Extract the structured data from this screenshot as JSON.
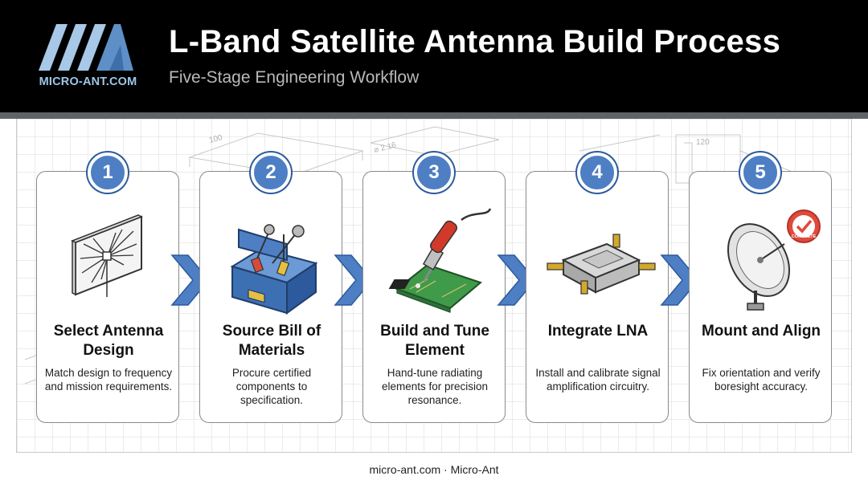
{
  "logo": {
    "text": "MICRO-ANT.COM",
    "icon": "micro-ant-logo-icon"
  },
  "title": "L-Band Satellite Antenna Build Process",
  "subtitle": "Five-Stage Engineering Workflow",
  "sketch_labels": {
    "dim_a": "100",
    "dim_b": "120",
    "dim_c": "⌀ 2.16"
  },
  "steps": [
    {
      "number": "1",
      "title": "Select Antenna Design",
      "description": "Match design to frequency and mission requirements.",
      "icon": "antenna-panel-icon"
    },
    {
      "number": "2",
      "title": "Source Bill of Materials",
      "description": "Procure certified components to specification.",
      "icon": "toolbox-icon"
    },
    {
      "number": "3",
      "title": "Build and Tune Element",
      "description": "Hand-tune radiating elements for precision resonance.",
      "icon": "soldering-iron-icon"
    },
    {
      "number": "4",
      "title": "Integrate LNA",
      "description": "Install and calibrate signal amplification circuitry.",
      "icon": "lna-module-icon"
    },
    {
      "number": "5",
      "title": "Mount and Align",
      "description": "Fix orientation and verify boresight accuracy.",
      "icon": "satellite-dish-icon",
      "stamp": "COMPLETE"
    }
  ],
  "footer": "micro-ant.com · Micro-Ant",
  "colors": {
    "accent": "#4e7fc4",
    "header_bg": "#000000",
    "logo": "#9ec6e8"
  }
}
